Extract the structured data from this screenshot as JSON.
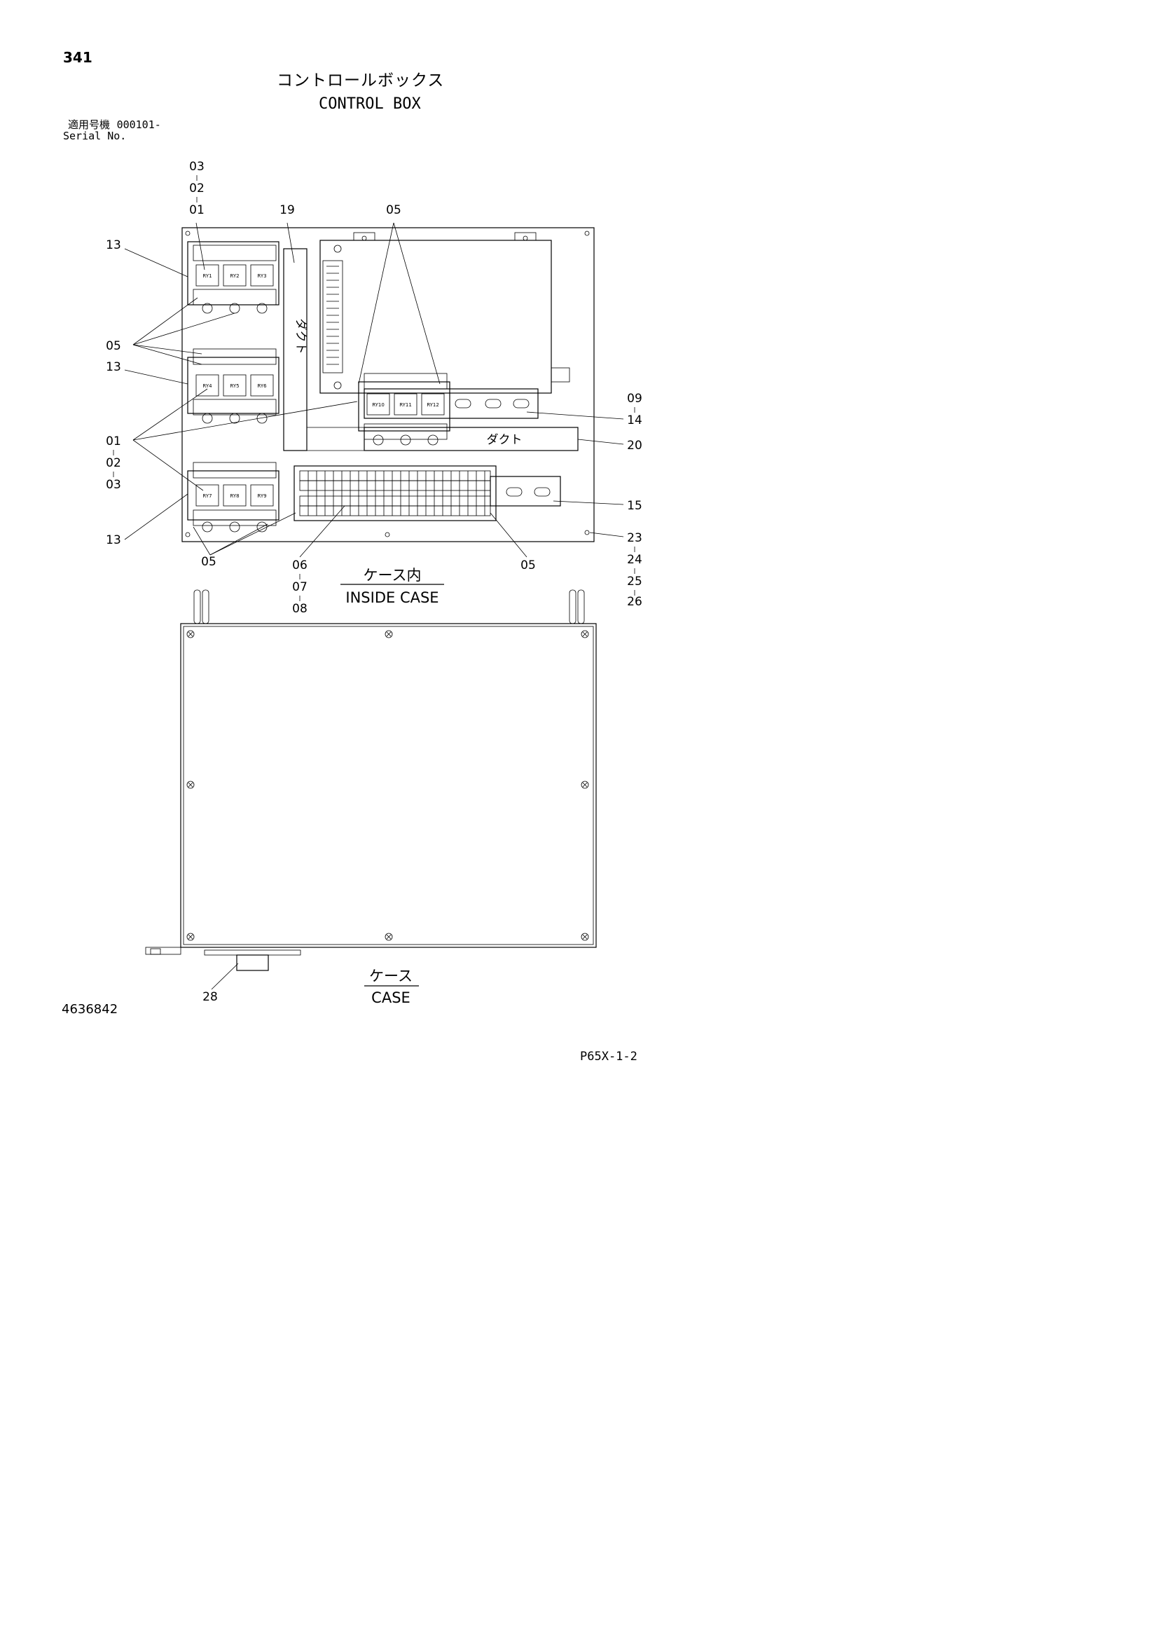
{
  "page_number": "341",
  "title_jp": "コントロールボックス",
  "title_en": "CONTROL BOX",
  "serial": {
    "label_jp": "適用号機",
    "value": "000101-",
    "label_en": "Serial No."
  },
  "drawing_number": "4636842",
  "footer_code": "P65X-1-2",
  "captions": {
    "inside_case_jp": "ケース内",
    "inside_case_en": "INSIDE CASE",
    "case_jp": "ケース",
    "case_en": "CASE"
  },
  "duct_labels": [
    "ダクト",
    "ダクト"
  ],
  "relay_labels": [
    "RY1",
    "RY2",
    "RY3",
    "RY4",
    "RY5",
    "RY6",
    "RY7",
    "RY8",
    "RY9",
    "RY10",
    "RY11",
    "RY12"
  ],
  "callouts": {
    "top_stack": [
      "03",
      "02",
      "01"
    ],
    "n19": "19",
    "n05_top": "05",
    "n13_a": "13",
    "n05_left": "05",
    "n13_b": "13",
    "left_stack": [
      "01",
      "02",
      "03"
    ],
    "n13_c": "13",
    "n05_bottom_left": "05",
    "bottom_stack": [
      "06",
      "07",
      "08"
    ],
    "n05_bottom_right": "05",
    "right_09_14": [
      "09",
      "14"
    ],
    "n20": "20",
    "n15": "15",
    "right_stack": [
      "23",
      "24",
      "25",
      "26"
    ],
    "n28": "28"
  }
}
